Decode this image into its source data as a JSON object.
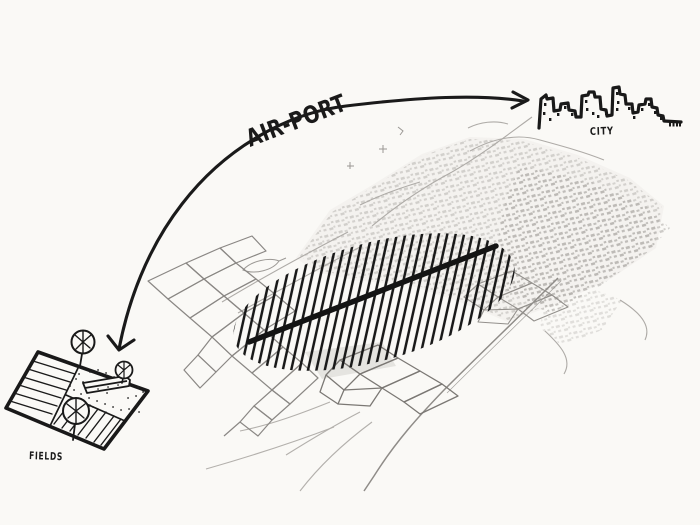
{
  "artwork": {
    "background_color": "#faf9f6",
    "ink_color": "#1a1a1a",
    "map_line_color": "#b1aeaa",
    "parcel_line_color": "#8a8784",
    "labels": {
      "arrow": "AIR-PORT",
      "city": "CITY",
      "fields": "FIELDS"
    }
  }
}
